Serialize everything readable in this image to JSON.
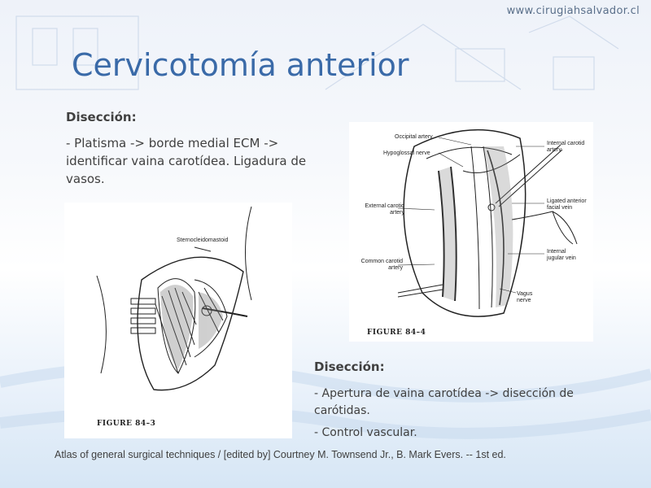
{
  "header": {
    "url": "www.cirugiahsalvador.cl"
  },
  "slide": {
    "title": "Cervicotomía anterior"
  },
  "section1": {
    "heading": "Disección:",
    "text": "- Platisma -> borde medial ECM -> identificar vaina carotídea. Ligadura de vasos."
  },
  "section2": {
    "heading": "Disección:",
    "line1": "- Apertura de vaina carotídea -> disección de carótidas.",
    "line2": "- Control vascular."
  },
  "figure_left": {
    "caption": "FIGURE 84–3",
    "label_sternocleidomastoid": "Sternocleidomastoid"
  },
  "figure_right": {
    "caption": "FIGURE 84–4",
    "labels": {
      "occipital_artery": "Occipital artery",
      "hypoglossal_nerve": "Hypoglossal nerve",
      "external_carotid_artery": "External carotid artery",
      "common_carotid_artery": "Common carotid artery",
      "internal_carotid_artery": "Internal carotid artery",
      "ligated_anterior_facial_vein": "Ligated anterior facial vein",
      "internal_jugular_vein": "Internal jugular vein",
      "vagus_nerve": "Vagus nerve"
    }
  },
  "citation": "Atlas of general surgical techniques / [edited by] Courtney M. Townsend Jr., B. Mark Evers. -- 1st ed."
}
